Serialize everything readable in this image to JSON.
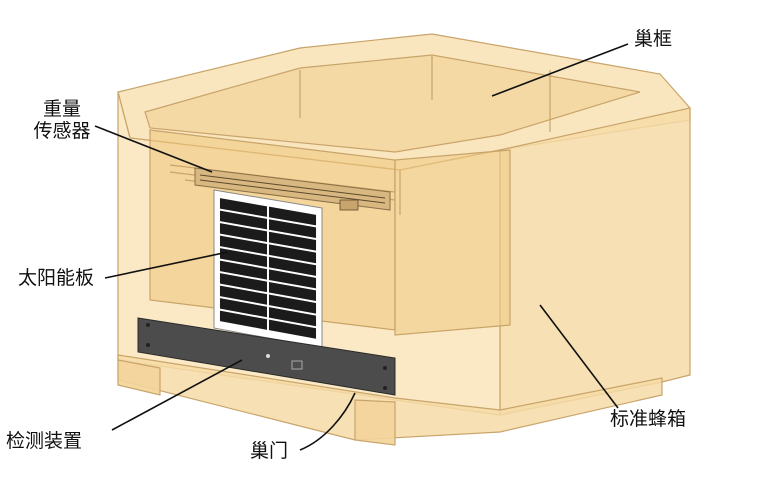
{
  "labels": {
    "nest_frame": "巢框",
    "weight_sensor_line1": "重量",
    "weight_sensor_line2": "传感器",
    "solar_panel": "太阳能板",
    "detection_device": "检测装置",
    "hive_door": "巢门",
    "standard_hive": "标准蜂箱"
  },
  "colors": {
    "box_fill": "#f6dba6",
    "box_edge": "#c9a46a",
    "inner_fill": "#eec47a",
    "panel_cell": "#1b1b1b",
    "panel_frame": "#ffffff",
    "device_bar": "#4c4c4c"
  }
}
